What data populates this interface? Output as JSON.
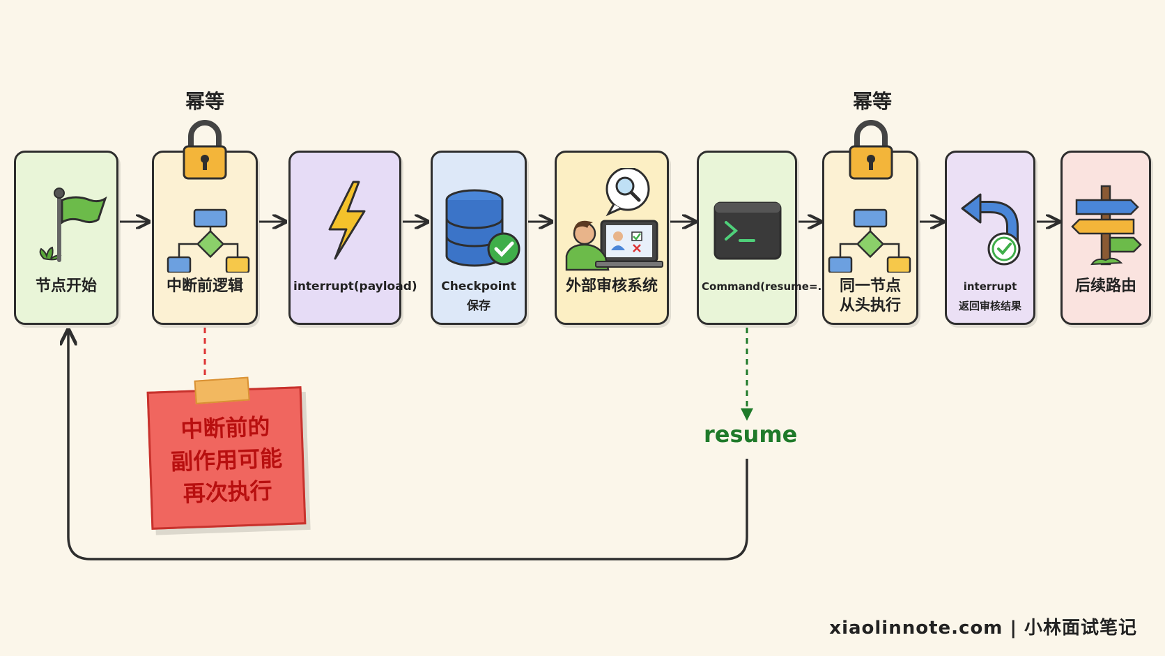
{
  "nodes": [
    {
      "label": "节点开始",
      "color": "#e9f5d8",
      "icon": "flag-icon"
    },
    {
      "label": "中断前逻辑",
      "color": "#fcf1d3",
      "icon": "flowchart-icon"
    },
    {
      "label": "interrupt(payload)",
      "color": "#e6dcf6",
      "icon": "lightning-icon"
    },
    {
      "label": "Checkpoint",
      "label2": "保存",
      "color": "#dde8f8",
      "icon": "database-check-icon"
    },
    {
      "label": "外部审核系统",
      "color": "#fcefc4",
      "icon": "reviewer-icon"
    },
    {
      "label": "Command(resume=...)",
      "color": "#e9f5d8",
      "icon": "terminal-icon"
    },
    {
      "label": "同一节点",
      "label2": "从头执行",
      "color": "#fcf1d3",
      "icon": "flowchart-icon"
    },
    {
      "label": "interrupt",
      "label2": "返回审核结果",
      "color": "#ebe0f5",
      "icon": "return-check-icon"
    },
    {
      "label": "后续路由",
      "color": "#fae3df",
      "icon": "signpost-icon"
    }
  ],
  "idempotent_label": "幂等",
  "sticky_note": {
    "lines": [
      "中断前的",
      "副作用可能",
      "再次执行"
    ]
  },
  "resume_label": "resume",
  "footer": "xiaolinnote.com | 小林面试笔记",
  "colors": {
    "sticky": "#f0665f",
    "resume_green": "#1f7a2a",
    "lock_gold": "#f3b53a"
  }
}
